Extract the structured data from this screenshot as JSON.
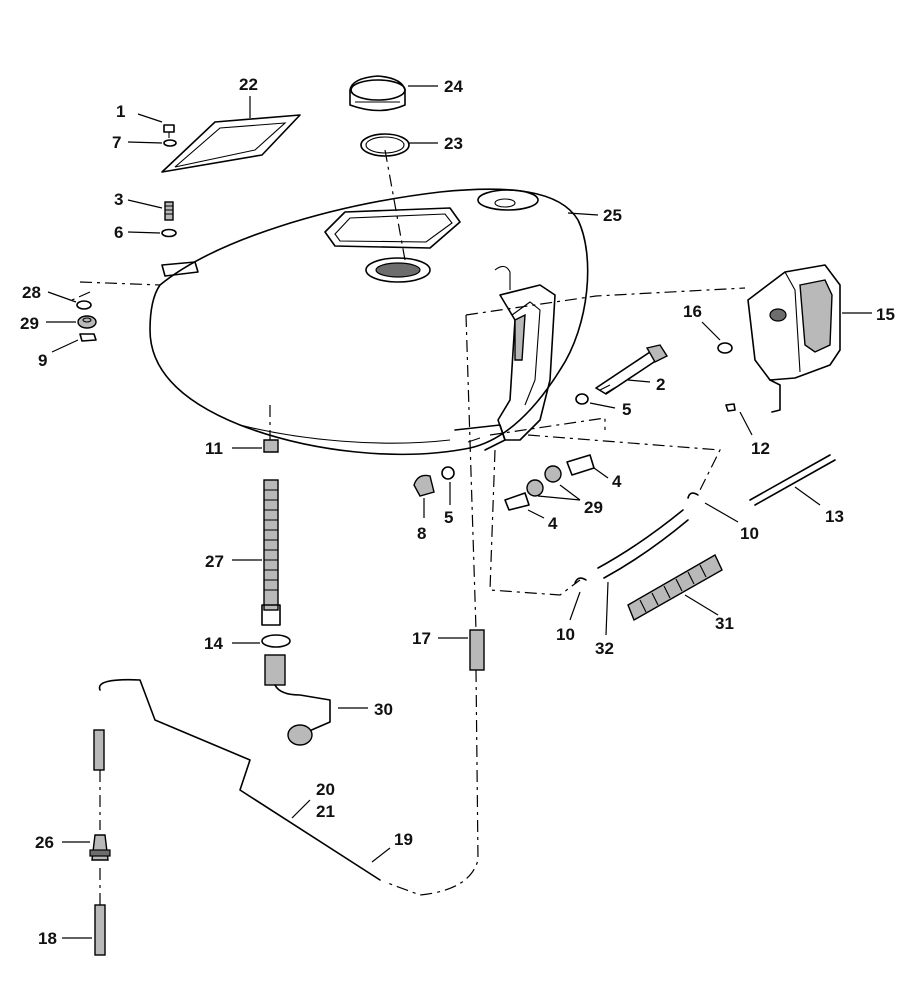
{
  "callouts": [
    {
      "id": "c1",
      "text": "1"
    },
    {
      "id": "c7",
      "text": "7"
    },
    {
      "id": "c22",
      "text": "22"
    },
    {
      "id": "c24",
      "text": "24"
    },
    {
      "id": "c23",
      "text": "23"
    },
    {
      "id": "c3",
      "text": "3"
    },
    {
      "id": "c6",
      "text": "6"
    },
    {
      "id": "c25",
      "text": "25"
    },
    {
      "id": "c28",
      "text": "28"
    },
    {
      "id": "c29a",
      "text": "29"
    },
    {
      "id": "c9",
      "text": "9"
    },
    {
      "id": "c16",
      "text": "16"
    },
    {
      "id": "c15",
      "text": "15"
    },
    {
      "id": "c2",
      "text": "2"
    },
    {
      "id": "c5a",
      "text": "5"
    },
    {
      "id": "c12",
      "text": "12"
    },
    {
      "id": "c11",
      "text": "11"
    },
    {
      "id": "c4a",
      "text": "4"
    },
    {
      "id": "c8",
      "text": "8"
    },
    {
      "id": "c5b",
      "text": "5"
    },
    {
      "id": "c29b",
      "text": "29"
    },
    {
      "id": "c4b",
      "text": "4"
    },
    {
      "id": "c10a",
      "text": "10"
    },
    {
      "id": "c13",
      "text": "13"
    },
    {
      "id": "c27",
      "text": "27"
    },
    {
      "id": "c31",
      "text": "31"
    },
    {
      "id": "c10b",
      "text": "10"
    },
    {
      "id": "c32",
      "text": "32"
    },
    {
      "id": "c17",
      "text": "17"
    },
    {
      "id": "c14",
      "text": "14"
    },
    {
      "id": "c30",
      "text": "30"
    },
    {
      "id": "c20",
      "text": "20"
    },
    {
      "id": "c21",
      "text": "21"
    },
    {
      "id": "c19",
      "text": "19"
    },
    {
      "id": "c26",
      "text": "26"
    },
    {
      "id": "c18",
      "text": "18"
    }
  ]
}
